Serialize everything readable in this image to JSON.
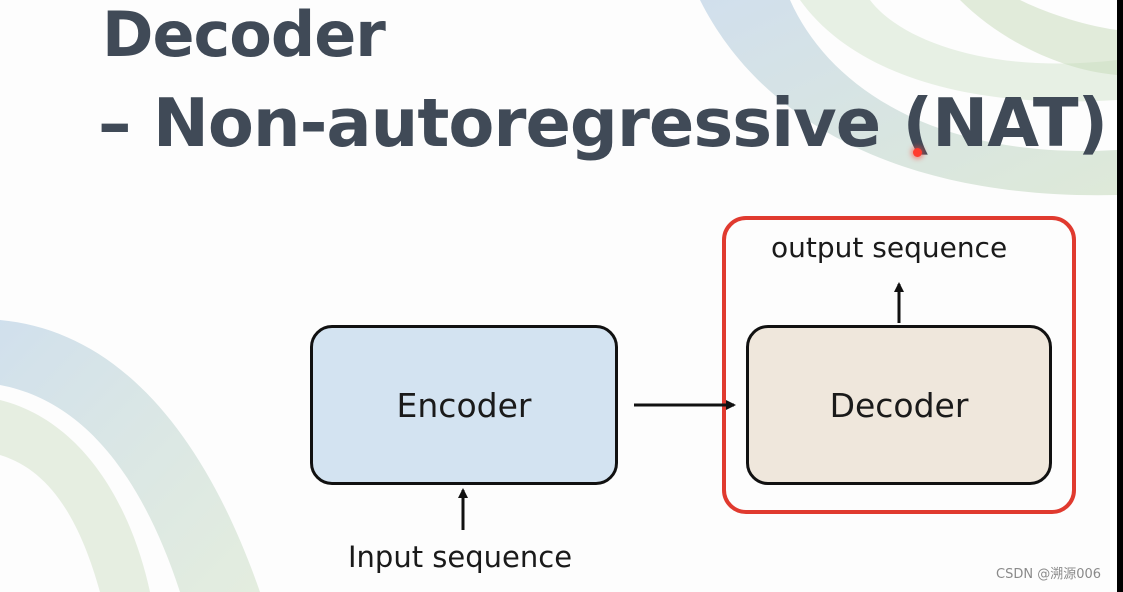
{
  "slide": {
    "title_line_1": "Decoder",
    "title_line_2": "– Non-autoregressive (NAT)"
  },
  "diagram": {
    "encoder_label": "Encoder",
    "decoder_label": "Decoder",
    "output_label": "output sequence",
    "input_label": "Input sequence"
  },
  "watermark": "CSDN @溯源006",
  "colors": {
    "title_text": "#404a57",
    "encoder_fill": "#d3e3f1",
    "decoder_fill": "#efe7dc",
    "highlight_border": "#e03a2f",
    "laser_pointer": "#ff3b2e"
  }
}
